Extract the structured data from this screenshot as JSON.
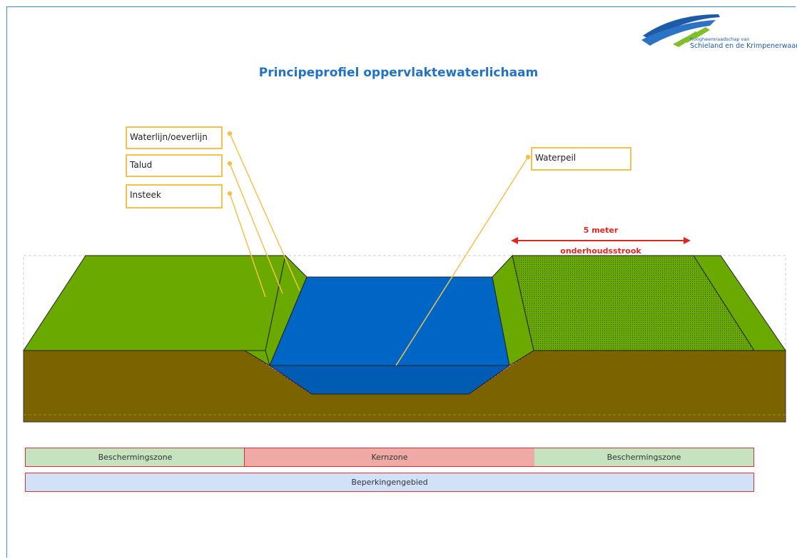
{
  "header": {
    "title": "Principeprofiel oppervlaktewaterlichaam",
    "logo": {
      "line1": "Hoogheemraadschap van",
      "line2": "Schieland en de Krimpenerwaard"
    }
  },
  "callouts": {
    "waterlijn": "Waterlijn/oeverlijn",
    "talud": "Talud",
    "insteek": "Insteek",
    "waterpeil": "Waterpeil"
  },
  "dimension": {
    "value": "5 meter",
    "label": "onderhoudsstrook"
  },
  "zones": {
    "left": "Beschermingszone",
    "center": "Kernzone",
    "right": "Beschermingszone",
    "bottom": "Beperkingengebied"
  },
  "colors": {
    "grass": "#6aaa00",
    "grass_light": "#77b800",
    "soil": "#7b6400",
    "water": "#0066c6",
    "water_dark": "#005bb2",
    "callout": "#f2c24a",
    "dimension": "#e0261f",
    "zone_green": "#c6e3bf",
    "zone_red": "#efaaa6",
    "zone_blue": "#d1e1f7",
    "zone_border": "#e52f2a"
  }
}
